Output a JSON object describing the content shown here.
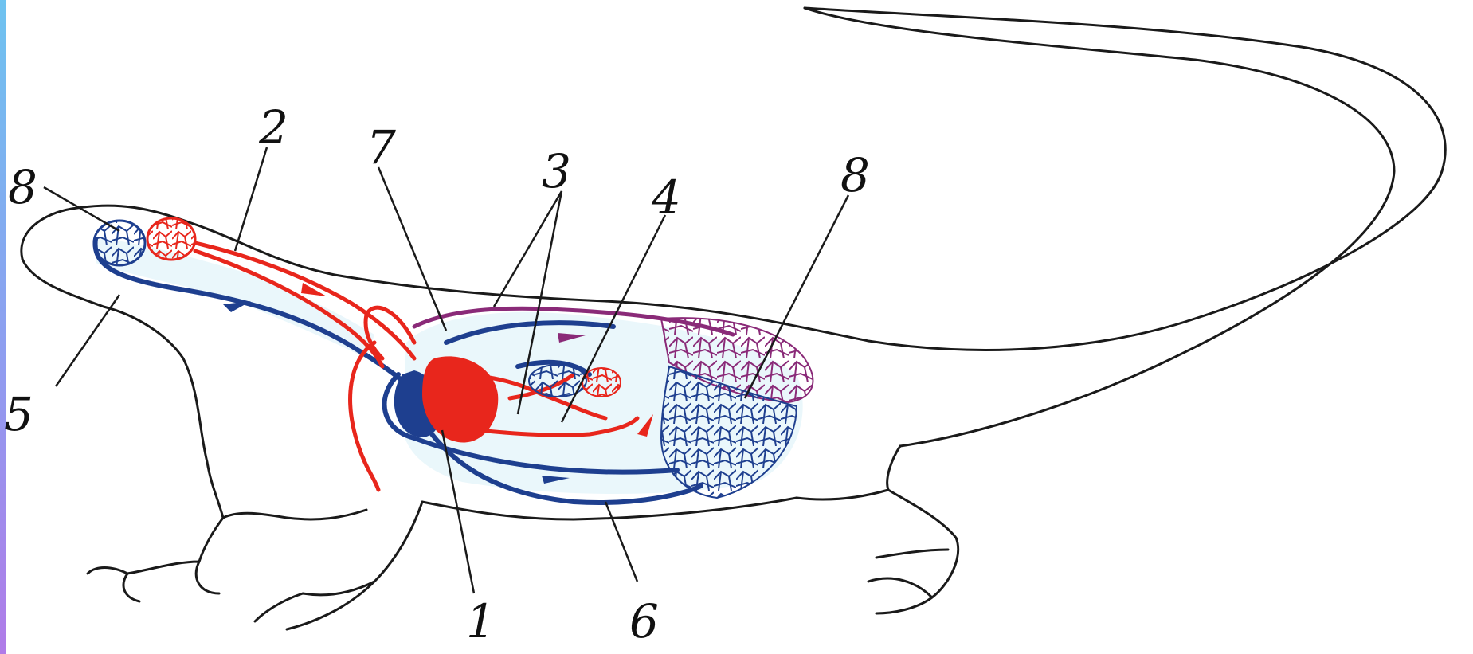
{
  "diagram": {
    "labels": {
      "l1": "1",
      "l2": "2",
      "l3": "3",
      "l4": "4",
      "l5": "5",
      "l6": "6",
      "l7": "7",
      "l8_head": "8",
      "l8_lung": "8"
    }
  },
  "colors": {
    "outline": "#1a1a1a",
    "arterial": "#e8261c",
    "venous": "#1e3f8f",
    "mixed": "#8a2a78",
    "plasma": "#e8f6fb",
    "accent_bar": "#8f9df0"
  }
}
